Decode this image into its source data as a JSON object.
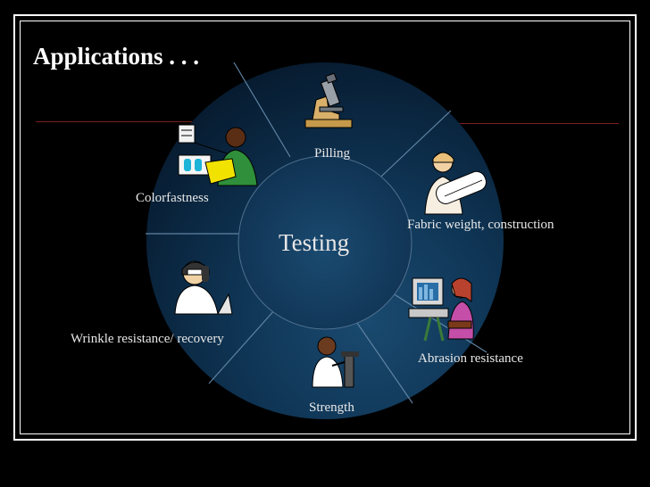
{
  "slide": {
    "title": "Applications . . .",
    "center": "Testing",
    "segments": [
      {
        "label": "Pilling",
        "icon": "microscope-icon"
      },
      {
        "label": "Fabric weight, construction",
        "icon": "worker-with-fabric-icon"
      },
      {
        "label": "Abrasion resistance",
        "icon": "computer-operator-icon"
      },
      {
        "label": "Strength",
        "icon": "lab-technician-icon"
      },
      {
        "label": "Wrinkle resistance/ recovery",
        "icon": "researcher-icon"
      },
      {
        "label": "Colorfastness",
        "icon": "lab-analyst-icon"
      }
    ]
  },
  "colors": {
    "background": "#000000",
    "ring": "#0b2a46",
    "hub": "#143c5e",
    "divider": "#5f83a3",
    "text": "#e8e8e8"
  }
}
